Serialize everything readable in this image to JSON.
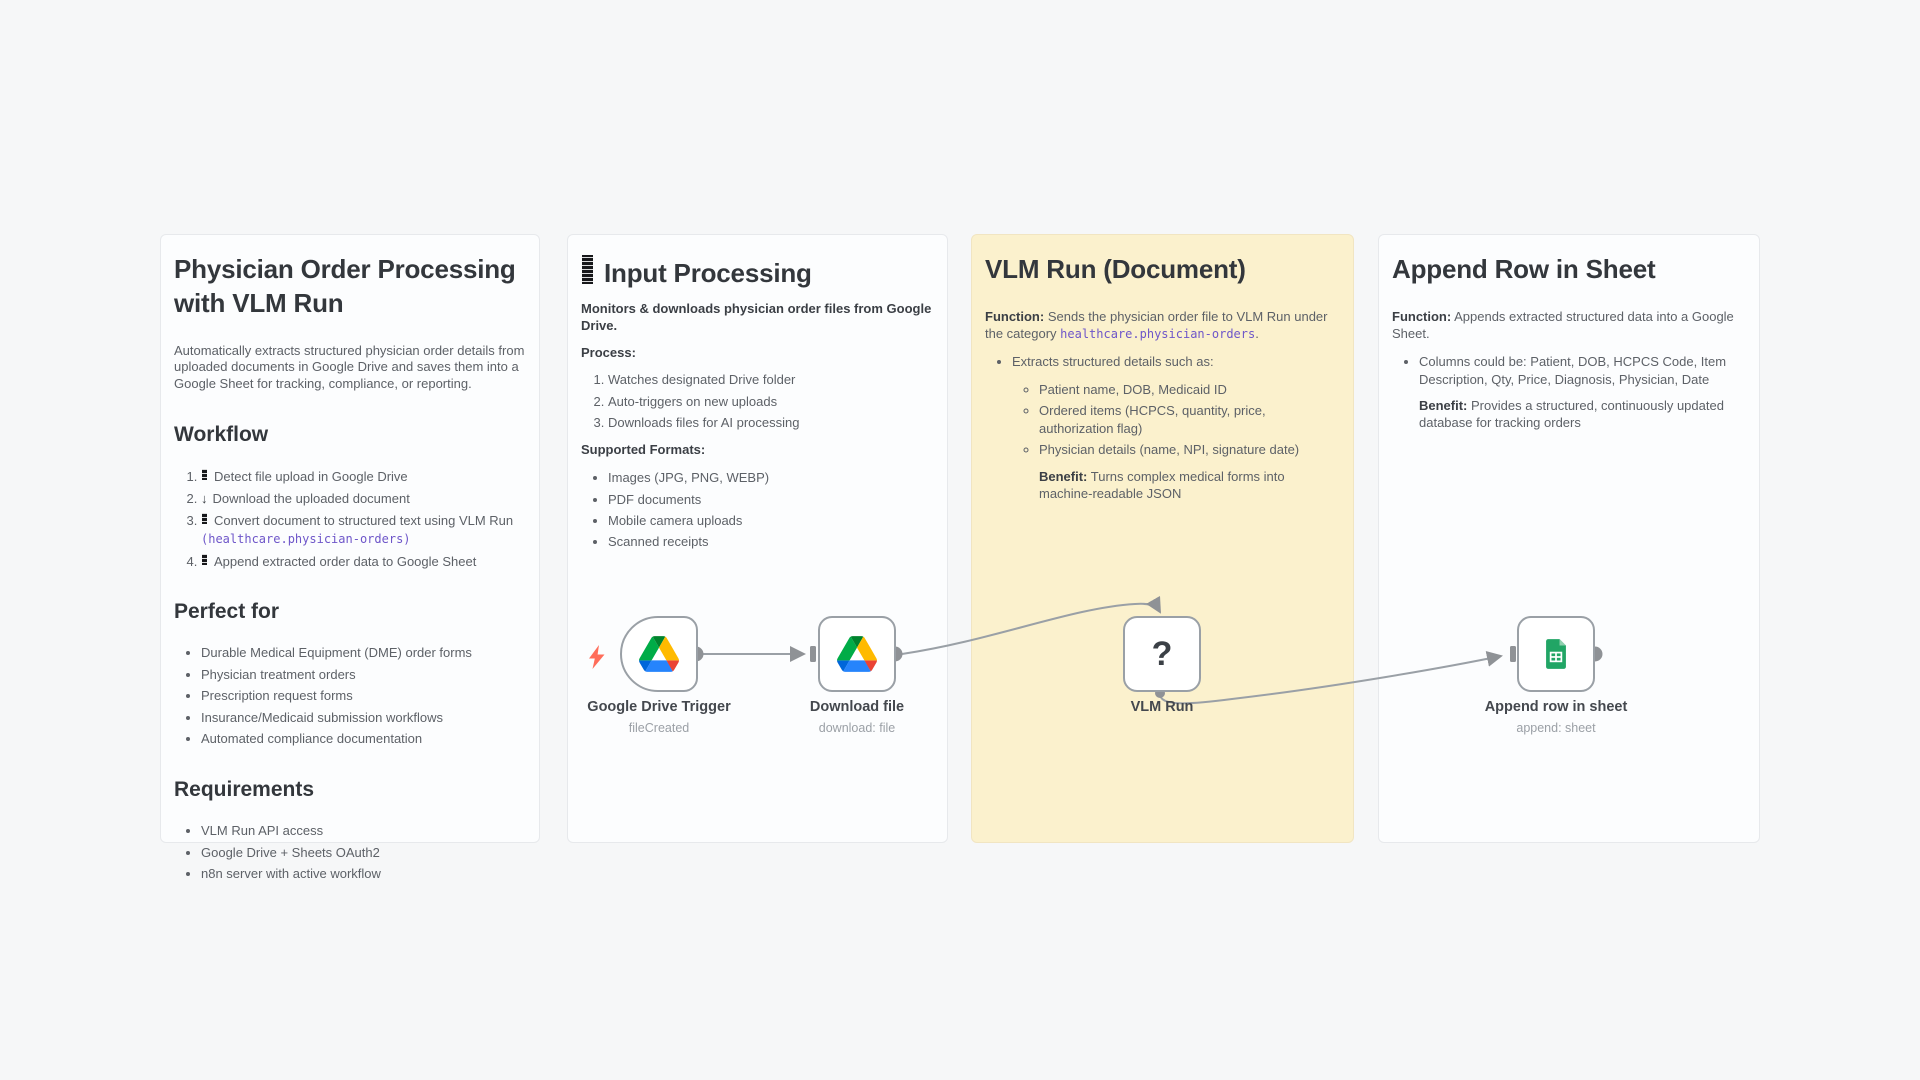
{
  "colors": {
    "canvas_bg": "#f6f7f8",
    "sticky_white": "#fcfdfe",
    "sticky_yellow": "#fbf1cd",
    "code_purple": "#6e56c9",
    "trigger_bolt": "#ff6d5a",
    "connector_gray": "#9aa0a6",
    "drive_green": "#00ac47",
    "drive_blue": "#2684fc",
    "drive_yellow": "#ffba00",
    "sheets_green": "#21a565"
  },
  "stickies": {
    "overview": {
      "title": "Physician Order Processing with VLM Run",
      "intro": "Automatically extracts structured physician order details from uploaded documents in Google Drive and saves them into a Google Sheet for tracking, compliance, or reporting.",
      "workflow": {
        "heading": "Workflow",
        "item1": "Detect file upload in Google Drive",
        "item2": "Download the uploaded document",
        "item3_text": "Convert document to structured text using VLM Run ",
        "item3_code": "(healthcare.physician-orders)",
        "item4": "Append extracted order data to Google Sheet"
      },
      "perfect_for": {
        "heading": "Perfect for",
        "items": [
          "Durable Medical Equipment (DME) order forms",
          "Physician treatment orders",
          "Prescription request forms",
          "Insurance/Medicaid submission workflows",
          "Automated compliance documentation"
        ]
      },
      "requirements": {
        "heading": "Requirements",
        "items": [
          "VLM Run API access",
          "Google Drive + Sheets OAuth2",
          "n8n server with active workflow"
        ]
      }
    },
    "input_processing": {
      "title": "Input Processing",
      "intro": "Monitors & downloads physician order files from Google Drive.",
      "process_label": "Process:",
      "process_items": [
        "Watches designated Drive folder",
        "Auto-triggers on new uploads",
        "Downloads files for AI processing"
      ],
      "formats_label": "Supported Formats:",
      "format_items": [
        "Images (JPG, PNG, WEBP)",
        "PDF documents",
        "Mobile camera uploads",
        "Scanned receipts"
      ]
    },
    "vlm_run": {
      "title": "VLM Run (Document)",
      "function_label": "Function:",
      "function_text": " Sends the physician order file to VLM Run under the category ",
      "function_code": "healthcare.physician-orders",
      "function_suffix": ".",
      "extracts_intro": "Extracts structured details such as:",
      "extract_items": [
        "Patient name, DOB, Medicaid ID",
        "Ordered items (HCPCS, quantity, price, authorization flag)",
        "Physician details (name, NPI, signature date)"
      ],
      "benefit_label": "Benefit:",
      "benefit_text": " Turns complex medical forms into machine-readable JSON"
    },
    "append_row": {
      "title": "Append Row in Sheet",
      "function_label": "Function:",
      "function_text": " Appends extracted structured data into a Google Sheet.",
      "columns_item": "Columns could be: Patient, DOB, HCPCS Code, Item Description, Qty, Price, Diagnosis, Physician, Date",
      "benefit_label": "Benefit:",
      "benefit_text": " Provides a structured, continuously updated database for tracking orders"
    }
  },
  "nodes": {
    "trigger": {
      "label": "Google Drive Trigger",
      "subtitle": "fileCreated"
    },
    "download": {
      "label": "Download file",
      "subtitle": "download: file"
    },
    "vlm": {
      "label": "VLM Run"
    },
    "append": {
      "label": "Append row in sheet",
      "subtitle": "append: sheet"
    }
  },
  "icons": {
    "down_arrow": "↓",
    "question_mark": "?"
  }
}
